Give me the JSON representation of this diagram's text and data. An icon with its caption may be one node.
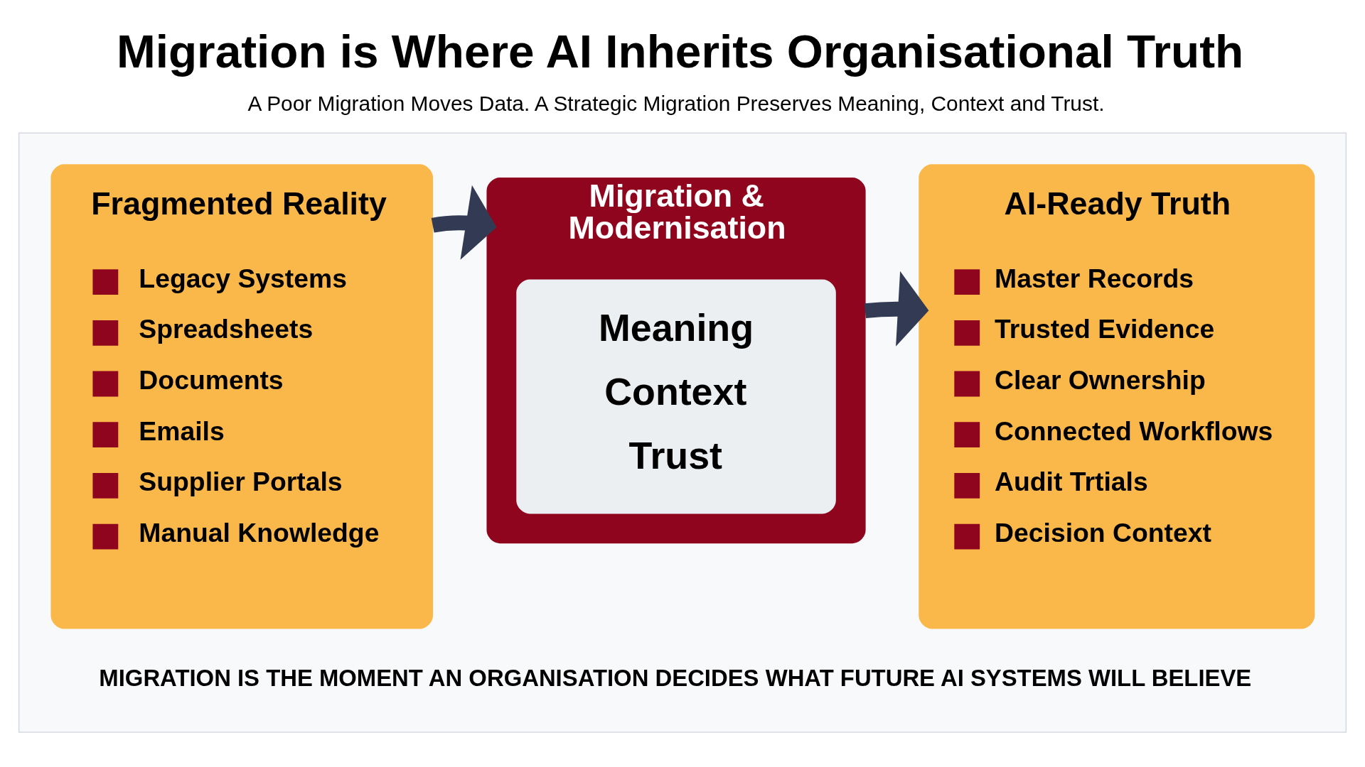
{
  "diagram": {
    "title": "Migration is Where AI Inherits Organisational Truth",
    "nodes": [
      {
        "text": [],
        "shape": "box"
      },
      {
        "text": [
          "Fragmented Reality",
          "Legacy Systems",
          "Spreadsheets",
          "Documents",
          "Emails",
          "Supplier Portals",
          "Manual Knowledge"
        ],
        "in": 0
      },
      {
        "text": [
          "Migration & Modernisation"
        ],
        "in": 0
      },
      {
        "text": [
          "Meaning",
          "Context",
          "Trust"
        ],
        "in": 2
      },
      {
        "text": [
          "AI-Ready Truth",
          "Master Records",
          "Trusted Evidence",
          "Clear Ownership",
          "Connected Workflows",
          "Audit Trtials",
          "Decision Context"
        ],
        "in": 0
      }
    ],
    "edges": [
      {
        "from": 1,
        "to": 2,
        "arrow": "to"
      },
      {
        "from": 2,
        "to": 4,
        "arrow": "to"
      }
    ],
    "labels": [
      "A Poor Migration Moves Data. A Strategic Migration Preserves Meaning, Context and Trust.",
      "MIGRATION IS THE MOMENT AN ORGANISATION DECIDES WHAT FUTURE AI SYSTEMS WILL BELIEVE"
    ]
  }
}
